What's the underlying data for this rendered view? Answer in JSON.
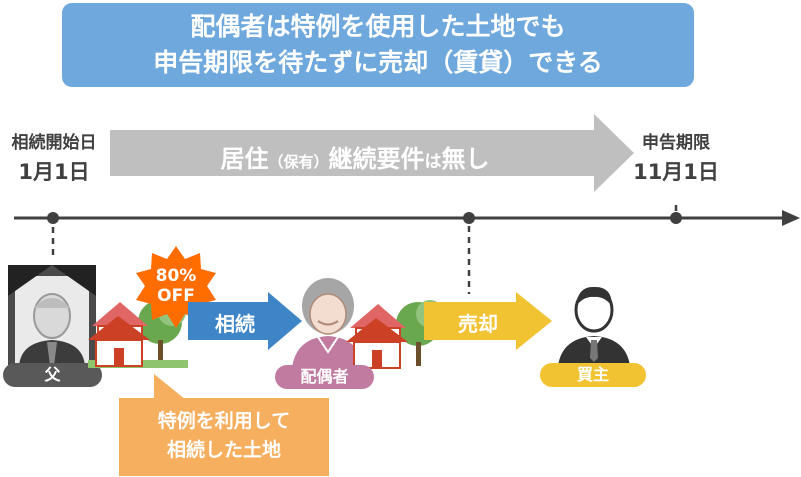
{
  "banner": {
    "line1": "配偶者は特例を使用した土地でも",
    "line2": "申告期限を待たずに売却（賃貸）できる"
  },
  "timeline": {
    "start_title": "相続開始日",
    "start_date": "1月1日",
    "end_title": "申告期限",
    "end_date": "11月1日",
    "requirement_main1": "居住",
    "requirement_small": "（保有）",
    "requirement_main2": "継続要件",
    "requirement_ha": "は",
    "requirement_main3": "無し"
  },
  "badge": {
    "line1": "80%",
    "line2": "OFF"
  },
  "arrows": {
    "inherit": "相続",
    "sell": "売却"
  },
  "people": {
    "father": "父",
    "spouse": "配偶者",
    "buyer": "買主"
  },
  "callout": {
    "line1": "特例を利用して",
    "line2": "相続した土地"
  },
  "colors": {
    "banner": "#6fa8dc",
    "gray_arrow": "#bfbfbf",
    "inherit_arrow": "#3d85c6",
    "sell_arrow": "#f1c232",
    "badge": "#ff6d01",
    "callout": "#f6ae5f",
    "roof": "#e06666",
    "tree": "#6aa84f"
  }
}
